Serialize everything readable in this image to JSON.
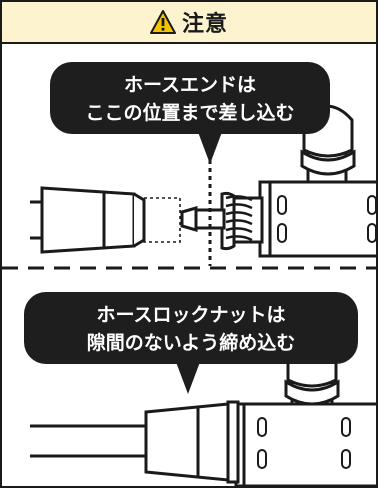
{
  "header": {
    "title": "注意",
    "icon": "warning-icon"
  },
  "panel_top": {
    "line1": "ホースエンドは",
    "line2": "ここの位置まで差し込む"
  },
  "panel_bottom": {
    "line1": "ホースロックナットは",
    "line2": "隙間のないよう締め込む"
  },
  "colors": {
    "header_bg": "#fdf3cf",
    "bubble_bg": "#1e1e1e",
    "outline": "#1a1a1a",
    "warning_yellow": "#f5c400"
  }
}
